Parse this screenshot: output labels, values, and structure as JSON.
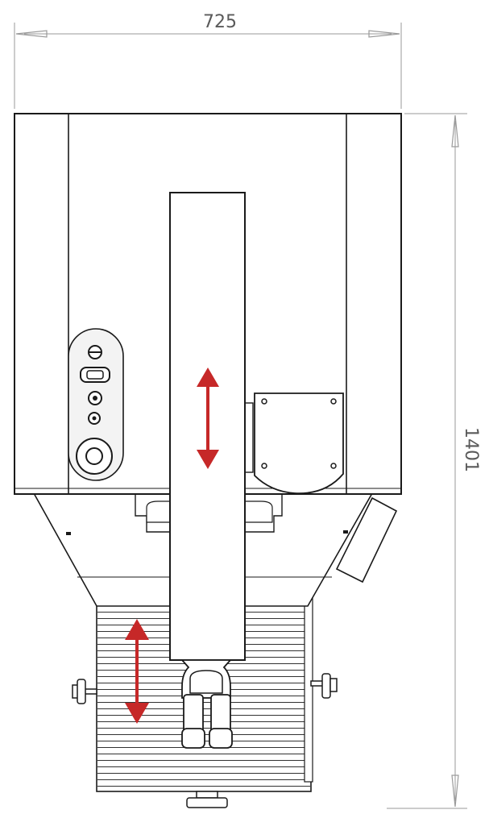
{
  "dimensions": {
    "width_label": "725",
    "height_label": "1401"
  },
  "colors": {
    "outline": "#1a1a1a",
    "dimension_line": "#9a9a9a",
    "arrow_red": "#c62828",
    "fill": "#ffffff",
    "panel_fill": "#f3f3f3"
  },
  "icons": {
    "motion_arrow": "double-headed-vertical-arrow"
  }
}
